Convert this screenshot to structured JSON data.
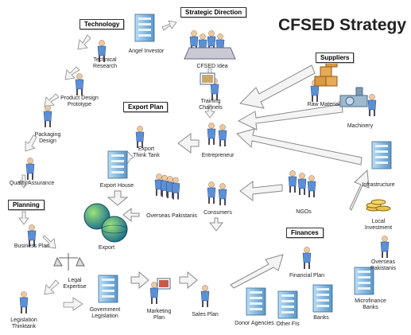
{
  "title": "CFSED Strategy",
  "sections": {
    "technology": "Technology",
    "strategic_direction": "Strategic Direction",
    "export_plan": "Export Plan",
    "planning": "Planning",
    "suppliers": "Suppliers",
    "finances": "Finances"
  },
  "nodes": {
    "angel_investor": "Angel Investor",
    "technical_research": "Technical\nResearch",
    "product_design_prototype": "Product Design\nPrototype",
    "packaging_design": "Packaging\nDesign",
    "quality_assurance": "Quality Assurance",
    "cfsed_idea": "CFSED Idea",
    "training_channels": "Training\nChannels",
    "entrepreneur": "Entrepreneur",
    "export_think_tank": "Export\nThink Tank",
    "export_house": "Export House",
    "overseas_pakistanis_center": "Overseas Pakistanis",
    "consumers": "Consumers",
    "export": "Export",
    "business_plan": "Business Plan",
    "legal_expertise": "Legal\nExpertise",
    "legislation_thinktank": "Legislation\nThinktank",
    "government_legislation": "Government\nLegislation",
    "marketing_plan": "Marketing\nPlan",
    "sales_plan": "Sales Plan",
    "donor_agencies": "Donor Agencies",
    "other_fis": "Other FIs",
    "banks": "Banks",
    "microfinance_banks": "Microfinance Banks",
    "raw_material": "Raw Material",
    "machinery": "Machinery",
    "ngos": "NGOs",
    "infrastructure": "Infrastructure",
    "local_investment": "Local Investment",
    "overseas_pakistanis_right": "Overseas\nPakistanis",
    "financial_plan": "Financial Plan"
  },
  "colors": {
    "person_skin": "#f0c8a0",
    "person_shirt": "#5b8fd6",
    "building": "#8cc3e8",
    "building_dark": "#5a96c8",
    "crate": "#d9993f",
    "arrow_fill": "#f4f4f4",
    "arrow_stroke": "#8a8a8a",
    "globe": "#2f9c4a"
  }
}
